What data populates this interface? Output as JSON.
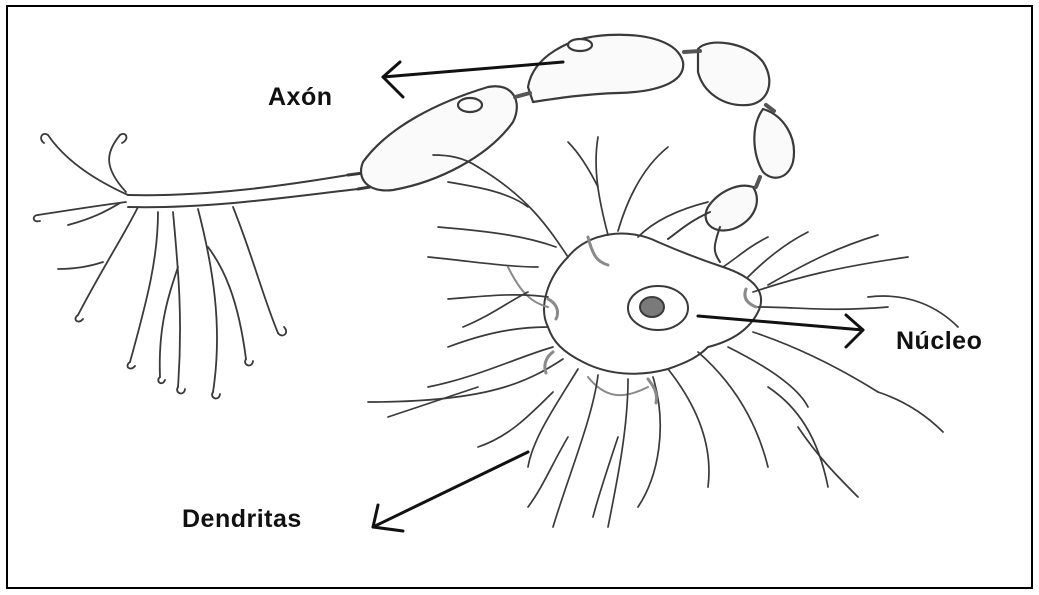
{
  "labels": {
    "axon": "Axón",
    "nucleus": "Núcleo",
    "dendrites": "Dendritas"
  },
  "colors": {
    "ink": "#3a3a3a",
    "label": "#111111",
    "shade": "#8a8a8a",
    "background": "#ffffff"
  }
}
